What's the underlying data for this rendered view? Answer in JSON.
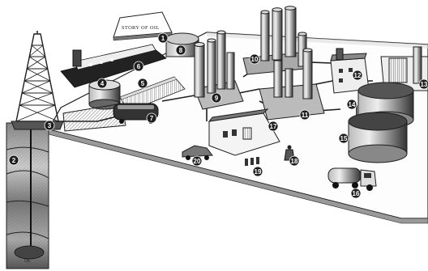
{
  "sign_text": "STORY OF OIL",
  "well_label": "OIL",
  "markers": [
    "1",
    "2",
    "3",
    "4",
    "5",
    "6",
    "7",
    "8",
    "9",
    "10",
    "11",
    "12",
    "13",
    "14",
    "15",
    "16",
    "17",
    "18",
    "19",
    "20"
  ],
  "ink_color": "#1e1e1e",
  "paper_color": "#ffffff"
}
